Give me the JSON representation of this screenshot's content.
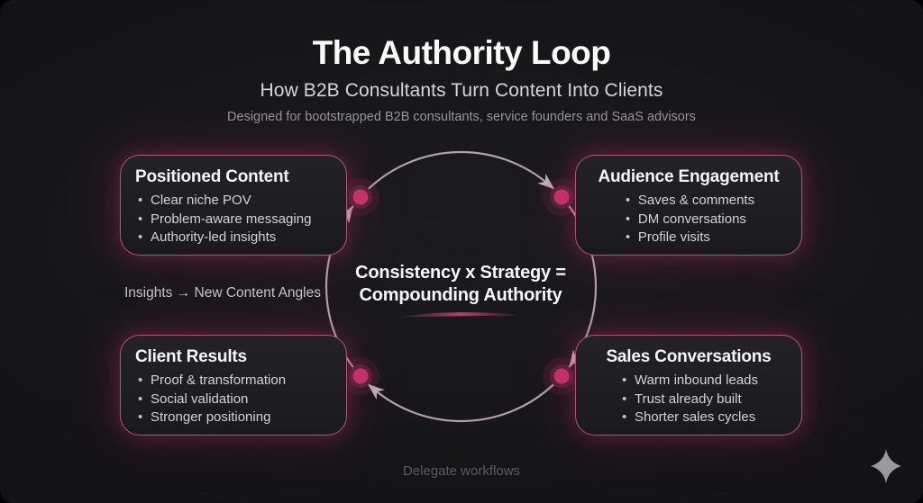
{
  "colors": {
    "background": "#17171a",
    "accent_pink": "#c6336a",
    "node_ring": "#52243a",
    "box_border": "#b05478",
    "loop_stroke": "#b2a1a9"
  },
  "header": {
    "title": "The Authority Loop",
    "subtitle": "How B2B Consultants Turn Content Into Clients",
    "tagline": "Designed for bootstrapped B2B consultants, service founders and SaaS advisors"
  },
  "boxes": [
    {
      "title": "Positioned Content",
      "bullets": [
        "Clear niche POV",
        "Problem-aware messaging",
        "Authority-led insights"
      ]
    },
    {
      "title": "Audience Engagement",
      "bullets": [
        "Saves & comments",
        "DM conversations",
        "Profile visits"
      ]
    },
    {
      "title": "Client Results",
      "bullets": [
        "Proof & transformation",
        "Social validation",
        "Stronger positioning"
      ]
    },
    {
      "title": "Sales Conversations",
      "bullets": [
        "Warm inbound leads",
        "Trust already built",
        "Shorter sales cycles"
      ]
    }
  ],
  "center": {
    "line1": "Consistency x Strategy =",
    "line2": "Compounding Authority"
  },
  "labels": {
    "insights": "Insights → New Content Angles",
    "delegate": "Delegate workflows"
  },
  "icons": {
    "sparkle": "sparkle-icon"
  }
}
